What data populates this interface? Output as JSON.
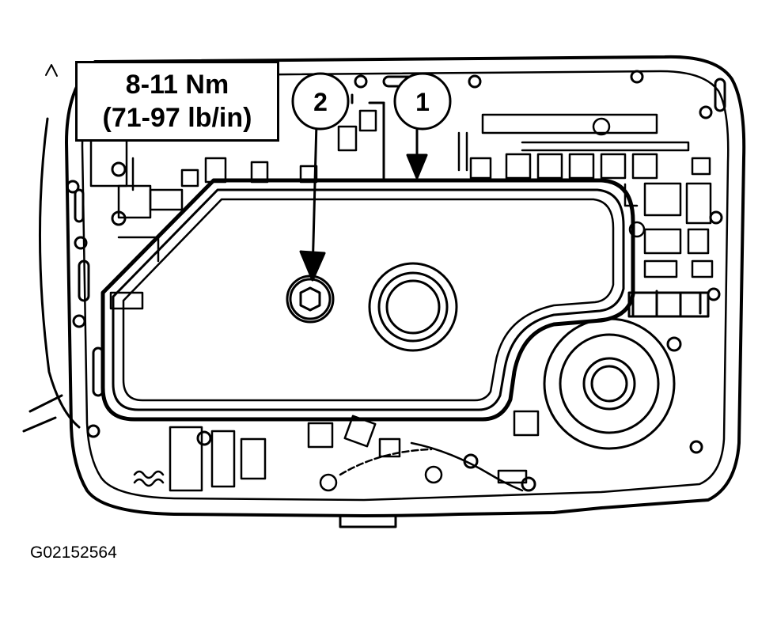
{
  "torque_spec": {
    "metric": "8-11 Nm",
    "imperial": "(71-97 lb/in)"
  },
  "callouts": [
    {
      "number": "1",
      "target": "pan gasket"
    },
    {
      "number": "2",
      "target": "bolt"
    }
  ],
  "figure_id": "G02152564",
  "colors": {
    "line": "#000000",
    "background": "#ffffff"
  }
}
